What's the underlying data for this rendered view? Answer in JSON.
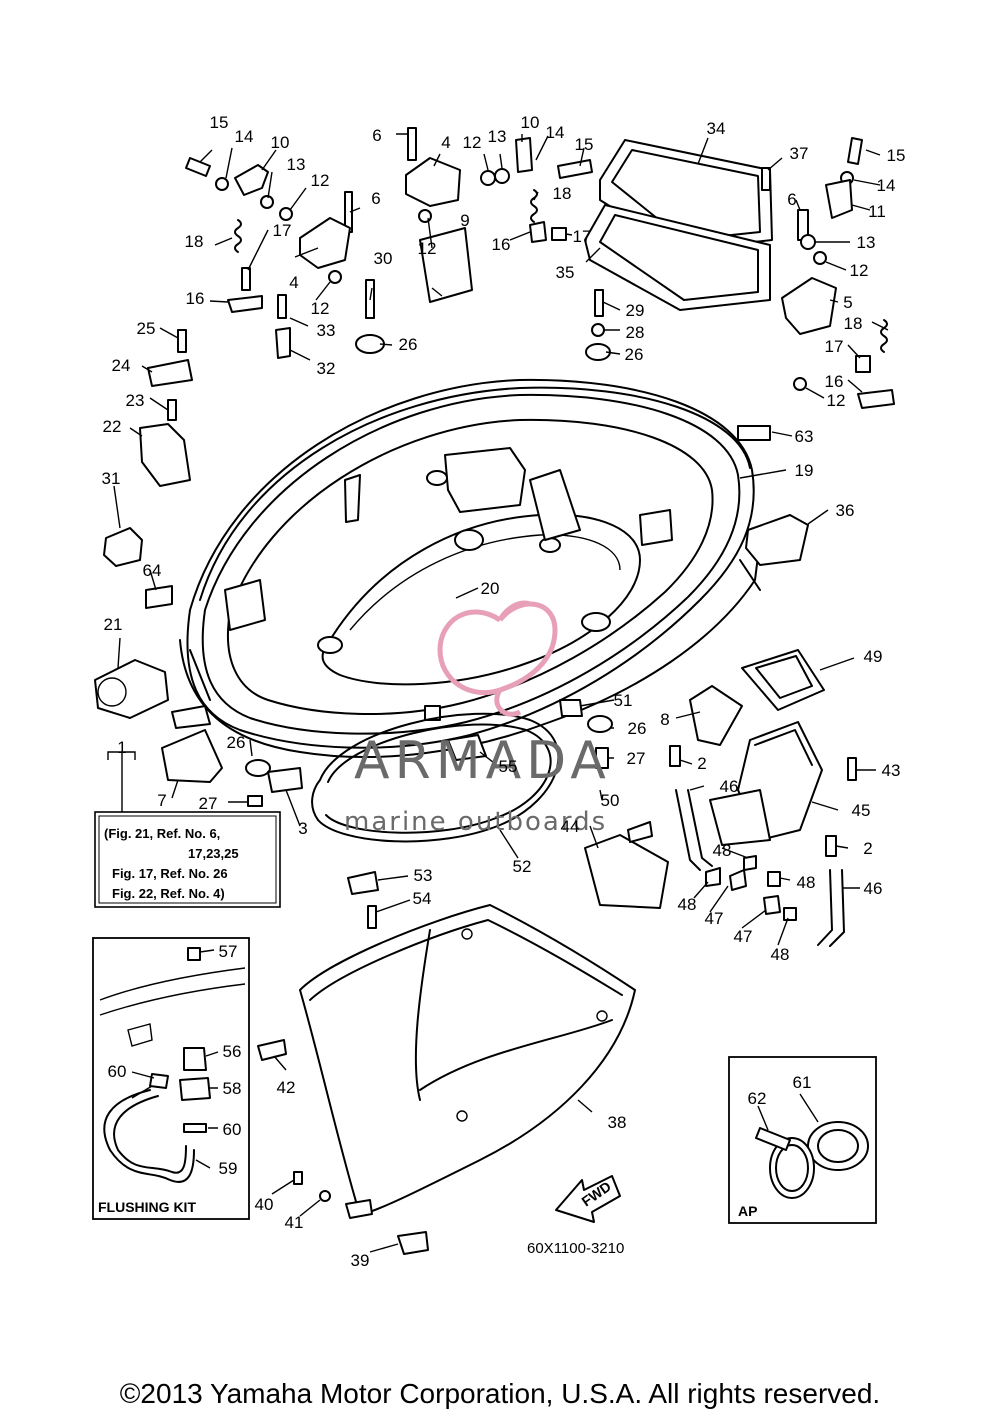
{
  "diagram": {
    "callouts": [
      {
        "id": "c15a",
        "text": "15"
      },
      {
        "id": "c14a",
        "text": "14"
      },
      {
        "id": "c10a",
        "text": "10"
      },
      {
        "id": "c13a",
        "text": "13"
      },
      {
        "id": "c12a",
        "text": "12"
      },
      {
        "id": "c6a",
        "text": "6"
      },
      {
        "id": "c18a",
        "text": "18"
      },
      {
        "id": "c17a",
        "text": "17"
      },
      {
        "id": "c4a",
        "text": "4"
      },
      {
        "id": "c12b",
        "text": "12"
      },
      {
        "id": "c16a",
        "text": "16"
      },
      {
        "id": "c33",
        "text": "33"
      },
      {
        "id": "c30",
        "text": "30"
      },
      {
        "id": "c32",
        "text": "32"
      },
      {
        "id": "c26a",
        "text": "26"
      },
      {
        "id": "c25",
        "text": "25"
      },
      {
        "id": "c24",
        "text": "24"
      },
      {
        "id": "c23",
        "text": "23"
      },
      {
        "id": "c22",
        "text": "22"
      },
      {
        "id": "c31",
        "text": "31"
      },
      {
        "id": "c64",
        "text": "64"
      },
      {
        "id": "c21",
        "text": "21"
      },
      {
        "id": "c6b",
        "text": "6"
      },
      {
        "id": "c4b",
        "text": "4"
      },
      {
        "id": "c12c",
        "text": "12"
      },
      {
        "id": "c13b",
        "text": "13"
      },
      {
        "id": "c10b",
        "text": "10"
      },
      {
        "id": "c14b",
        "text": "14"
      },
      {
        "id": "c15b",
        "text": "15"
      },
      {
        "id": "c18b",
        "text": "18"
      },
      {
        "id": "c17b",
        "text": "17"
      },
      {
        "id": "c16b",
        "text": "16"
      },
      {
        "id": "c12d",
        "text": "12"
      },
      {
        "id": "c9",
        "text": "9"
      },
      {
        "id": "c34",
        "text": "34"
      },
      {
        "id": "c35",
        "text": "35"
      },
      {
        "id": "c29",
        "text": "29"
      },
      {
        "id": "c28",
        "text": "28"
      },
      {
        "id": "c26b",
        "text": "26"
      },
      {
        "id": "c37",
        "text": "37"
      },
      {
        "id": "c15c",
        "text": "15"
      },
      {
        "id": "c14c",
        "text": "14"
      },
      {
        "id": "c11",
        "text": "11"
      },
      {
        "id": "c6c",
        "text": "6"
      },
      {
        "id": "c13c",
        "text": "13"
      },
      {
        "id": "c12e",
        "text": "12"
      },
      {
        "id": "c5",
        "text": "5"
      },
      {
        "id": "c18c",
        "text": "18"
      },
      {
        "id": "c17c",
        "text": "17"
      },
      {
        "id": "c16c",
        "text": "16"
      },
      {
        "id": "c12f",
        "text": "12"
      },
      {
        "id": "c63",
        "text": "63"
      },
      {
        "id": "c19",
        "text": "19"
      },
      {
        "id": "c36",
        "text": "36"
      },
      {
        "id": "c20",
        "text": "20"
      },
      {
        "id": "c49",
        "text": "49"
      },
      {
        "id": "c51",
        "text": "51"
      },
      {
        "id": "c8",
        "text": "8"
      },
      {
        "id": "c26c",
        "text": "26"
      },
      {
        "id": "c2a",
        "text": "2"
      },
      {
        "id": "c27a",
        "text": "27"
      },
      {
        "id": "c43",
        "text": "43"
      },
      {
        "id": "c46a",
        "text": "46"
      },
      {
        "id": "c45",
        "text": "45"
      },
      {
        "id": "c50",
        "text": "50"
      },
      {
        "id": "c55",
        "text": "55"
      },
      {
        "id": "c1",
        "text": "1"
      },
      {
        "id": "c26d",
        "text": "26"
      },
      {
        "id": "c7",
        "text": "7"
      },
      {
        "id": "c27b",
        "text": "27"
      },
      {
        "id": "c3",
        "text": "3"
      },
      {
        "id": "c44",
        "text": "44"
      },
      {
        "id": "c48a",
        "text": "48"
      },
      {
        "id": "c2b",
        "text": "2"
      },
      {
        "id": "c52",
        "text": "52"
      },
      {
        "id": "c48b",
        "text": "48"
      },
      {
        "id": "c48c",
        "text": "48"
      },
      {
        "id": "c47a",
        "text": "47"
      },
      {
        "id": "c46b",
        "text": "46"
      },
      {
        "id": "c47b",
        "text": "47"
      },
      {
        "id": "c48d",
        "text": "48"
      },
      {
        "id": "c53",
        "text": "53"
      },
      {
        "id": "c54",
        "text": "54"
      },
      {
        "id": "c57",
        "text": "57"
      },
      {
        "id": "c56",
        "text": "56"
      },
      {
        "id": "c60a",
        "text": "60"
      },
      {
        "id": "c58",
        "text": "58"
      },
      {
        "id": "c60b",
        "text": "60"
      },
      {
        "id": "c59",
        "text": "59"
      },
      {
        "id": "c42",
        "text": "42"
      },
      {
        "id": "c38",
        "text": "38"
      },
      {
        "id": "c61",
        "text": "61"
      },
      {
        "id": "c62",
        "text": "62"
      },
      {
        "id": "c40",
        "text": "40"
      },
      {
        "id": "c41",
        "text": "41"
      },
      {
        "id": "c39",
        "text": "39"
      }
    ],
    "reference_note": [
      "(Fig. 21, Ref. No. 6,",
      "17,23,25",
      "Fig. 17, Ref. No. 26",
      "Fig. 22, Ref. No. 4)"
    ],
    "flushing_kit_label": "FLUSHING KIT",
    "ap_label": "AP",
    "fwd_label": "FWD",
    "diagram_code": "60X1100-3210"
  },
  "watermark": {
    "brand": "ARMADA",
    "tagline": "marine outboards",
    "color": "#6a6a6a",
    "logo_color": "#e8a0b8"
  },
  "copyright": "©2013 Yamaha Motor Corporation, U.S.A. All rights reserved."
}
